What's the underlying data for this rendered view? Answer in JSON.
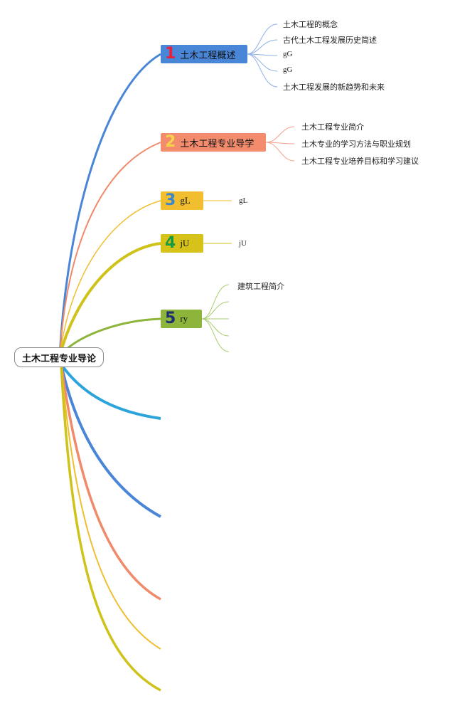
{
  "root": {
    "label": "土木工程专业导论"
  },
  "colors": {
    "blue": "#4a86d8",
    "salmon": "#f08a6a",
    "amber": "#f0be2e",
    "olive": "#cfc21a",
    "green": "#8db43b",
    "cyan": "#2ba4dc"
  },
  "topics": [
    {
      "number": "1",
      "label": "土木工程概述",
      "numColor": "#e8203c",
      "bg": "#4a86d8",
      "children": [
        "土木工程的概念",
        "古代土木工程发展历史简述",
        "gG",
        "gG",
        "土木工程发展的新趋势和未来"
      ]
    },
    {
      "number": "2",
      "label": "土木工程专业导学",
      "numColor": "#f7d24a",
      "bg": "#f28c6c",
      "children": [
        "土木工程专业简介",
        "土木专业的学习方法与职业规划",
        "土木工程专业培养目标和学习建议"
      ]
    },
    {
      "number": "3",
      "label": "gL",
      "numColor": "#3a86d0",
      "bg": "#f0be2e",
      "children": [
        "gL"
      ]
    },
    {
      "number": "4",
      "label": "jU",
      "numColor": "#1a9a3c",
      "bg": "#d7c21a",
      "children": [
        "jU"
      ]
    },
    {
      "number": "5",
      "label": "ry",
      "numColor": "#1c2f6e",
      "bg": "#8db43b",
      "children": [
        "建筑工程简介"
      ]
    }
  ]
}
